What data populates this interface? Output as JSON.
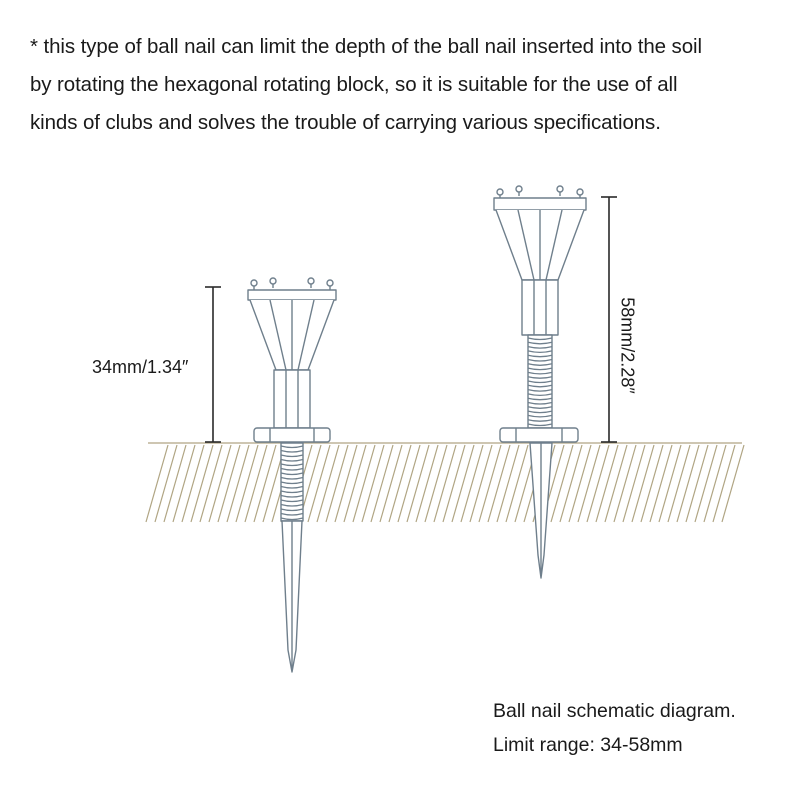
{
  "intro": {
    "lines": [
      "* this type of ball nail can limit the depth of the ball nail inserted into the soil",
      "by rotating the hexagonal rotating block, so it is suitable for the use of all",
      "kinds of clubs and solves the trouble of carrying various specifications."
    ]
  },
  "diagram": {
    "min_label": "34mm/1.34″",
    "max_label": "58mm/2.28″",
    "line_color": "#6f7f8c",
    "soil_color": "#b0a583"
  },
  "caption": {
    "line1": "Ball nail schematic diagram.",
    "line2": "Limit range: 34-58mm"
  }
}
